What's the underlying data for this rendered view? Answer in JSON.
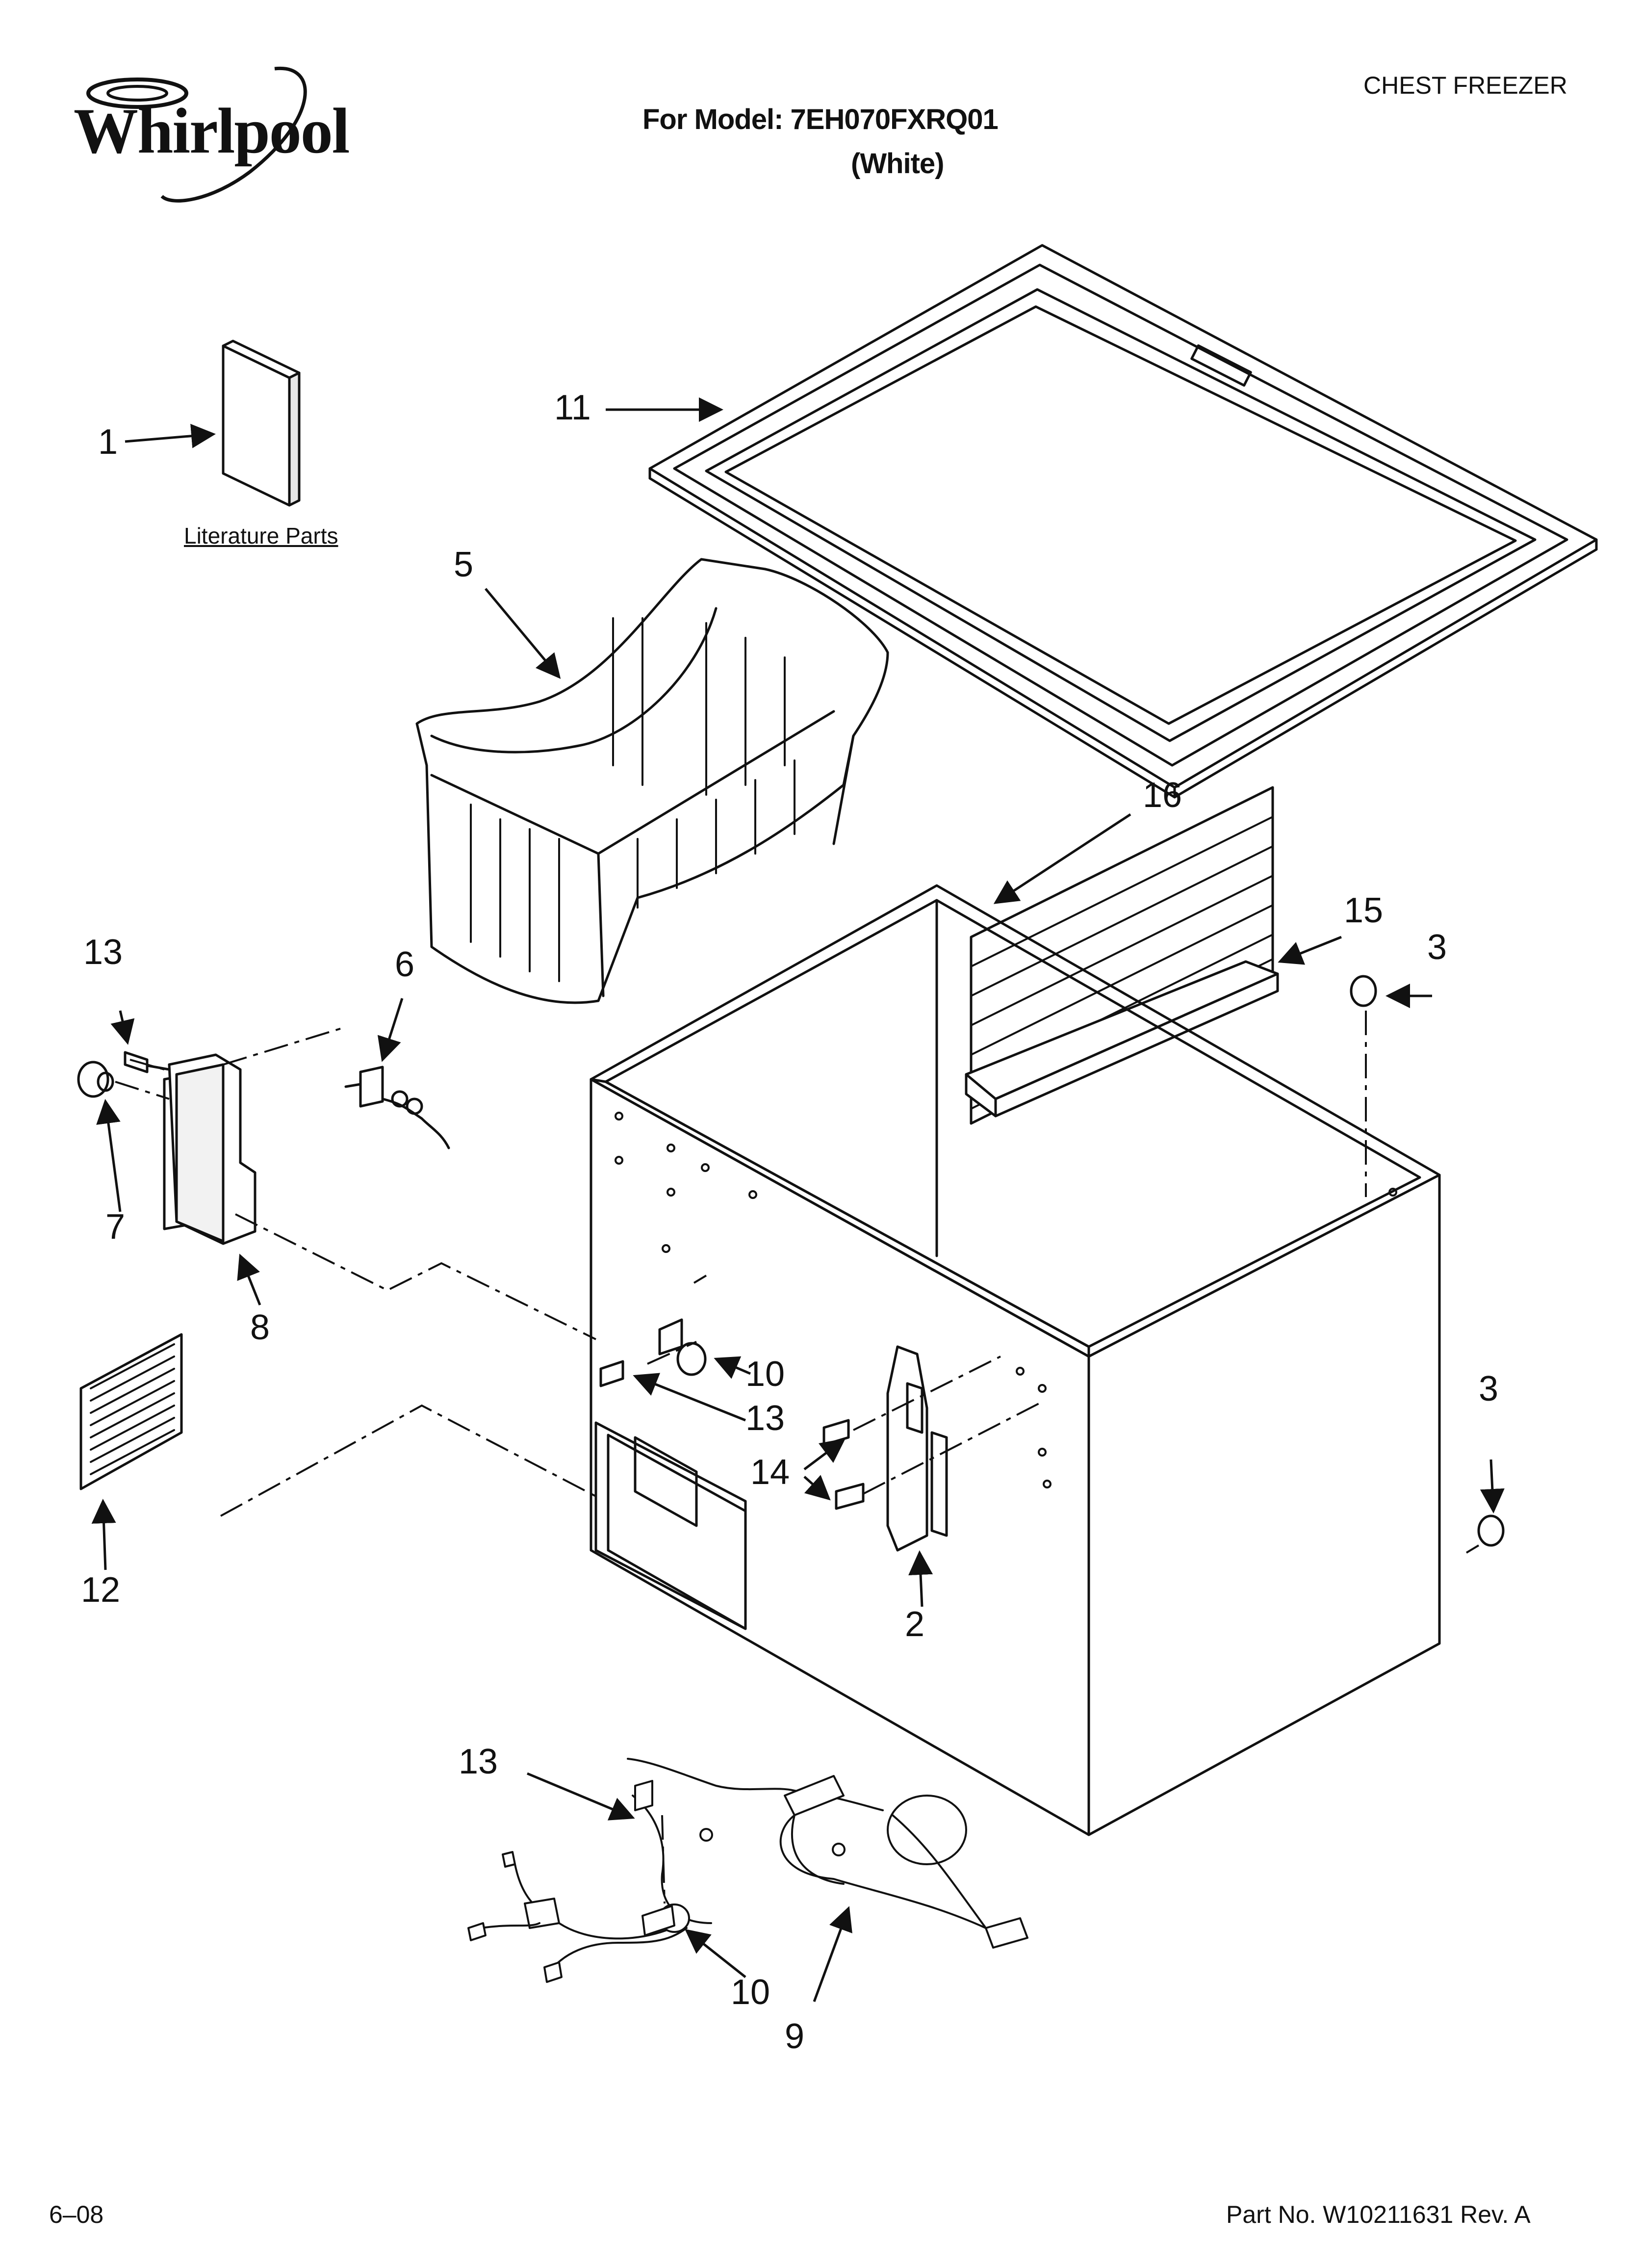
{
  "header": {
    "brand": "Whirlpool",
    "model_line": "For Model: 7EH070FXRQ01",
    "color_line": "(White)",
    "category": "CHEST FREEZER"
  },
  "footer": {
    "date": "6–08",
    "part_number": "Part No. W10211631 Rev. A"
  },
  "literature_label": "Literature Parts",
  "callouts": {
    "c1": "1",
    "c11": "11",
    "c5": "5",
    "c16": "16",
    "c15": "15",
    "c3a": "3",
    "c13a": "13",
    "c6": "6",
    "c7": "7",
    "c8": "8",
    "c10a": "10",
    "c13b": "13",
    "c3b": "3",
    "c14": "14",
    "c12": "12",
    "c2": "2",
    "c13c": "13",
    "c10b": "10",
    "c9": "9"
  }
}
